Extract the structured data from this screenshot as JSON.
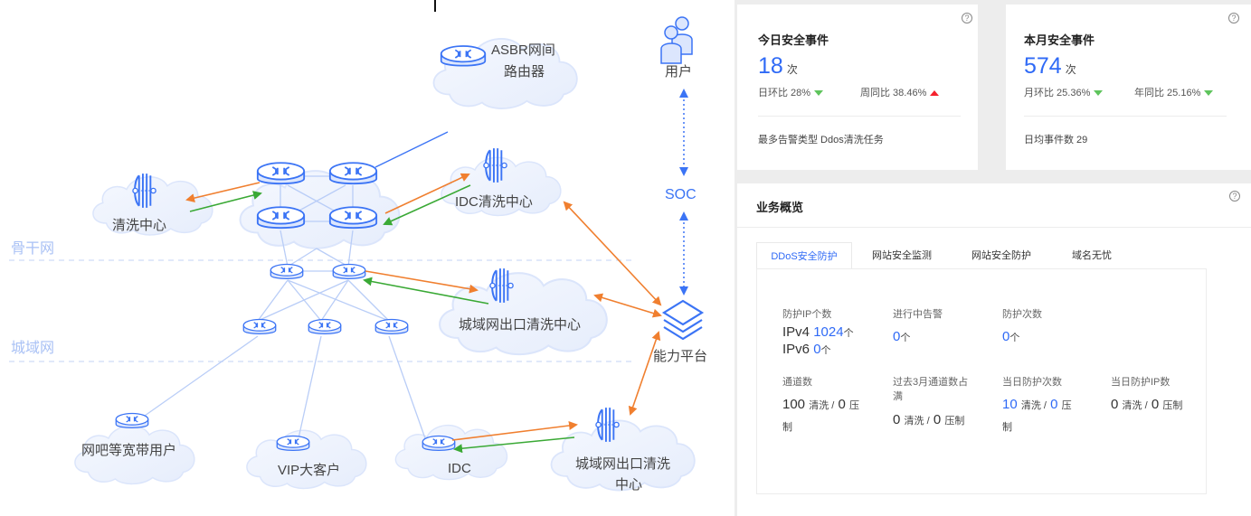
{
  "topology": {
    "zones": {
      "backbone": "骨干网",
      "metro": "城域网"
    },
    "nodes": {
      "asbr": "ASBR网间\n路由器",
      "asbr_line1": "ASBR网间",
      "asbr_line2": "路由器",
      "scrub_center": "清洗中心",
      "idc_scrub": "IDC清洗中心",
      "metro_exit_scrub": "城域网出口清洗中心",
      "user": "用户",
      "soc": "SOC",
      "platform": "能力平台",
      "netbar": "网吧等宽带用户",
      "vip": "VIP大客户",
      "idc": "IDC",
      "metro_exit_scrub2_line1": "城域网出口清洗",
      "metro_exit_scrub2_line2": "中心"
    },
    "colors": {
      "router": "#3b74f5",
      "link": "#b9cdf7",
      "outbound": "#f07f2f",
      "return": "#3aa935",
      "cloud": "#eef3fd"
    }
  },
  "today": {
    "title": "今日安全事件",
    "count": "18",
    "unit": "次",
    "day_ratio_label": "日环比 28%",
    "day_ratio_trend": "down",
    "week_ratio_label": "周同比 38.46%",
    "week_ratio_trend": "up",
    "footer": "最多告警类型 Ddos清洗任务"
  },
  "month": {
    "title": "本月安全事件",
    "count": "574",
    "unit": "次",
    "month_ratio_label": "月环比 25.36%",
    "month_ratio_trend": "down",
    "year_ratio_label": "年同比 25.16%",
    "year_ratio_trend": "down",
    "footer": "日均事件数 29"
  },
  "overview": {
    "title": "业务概览",
    "tabs": [
      {
        "label": "DDoS安全防护",
        "active": true
      },
      {
        "label": "网站安全监测",
        "active": false
      },
      {
        "label": "网站安全防护",
        "active": false
      },
      {
        "label": "域名无忧",
        "active": false
      }
    ],
    "metrics": {
      "protected_ip": {
        "label": "防护IP个数",
        "ipv4_prefix": "IPv4",
        "ipv4_value": "1024",
        "ipv6_prefix": "IPv6",
        "ipv6_value": "0",
        "unit": "个"
      },
      "active_alerts": {
        "label": "进行中告警",
        "value": "0",
        "unit": "个"
      },
      "protect_count": {
        "label": "防护次数",
        "value": "0",
        "unit": "个"
      },
      "channels": {
        "label": "通道数",
        "clean": "100",
        "clean_unit": "清洗 /",
        "suppress": "0",
        "suppress_unit": "压",
        "tail": "制"
      },
      "channels_full_3m": {
        "label_line1": "过去3月通道数占",
        "label_line2": "满",
        "clean": "0",
        "clean_unit": "清洗 /",
        "suppress": "0",
        "suppress_unit": "压制"
      },
      "today_protect": {
        "label": "当日防护次数",
        "clean": "10",
        "clean_unit": "清洗 /",
        "suppress": "0",
        "suppress_unit": "压",
        "tail": "制"
      },
      "today_protect_ip": {
        "label": "当日防护IP数",
        "clean": "0",
        "clean_unit": "清洗 /",
        "suppress": "0",
        "suppress_unit": "压制"
      }
    }
  },
  "help_icon": "?"
}
